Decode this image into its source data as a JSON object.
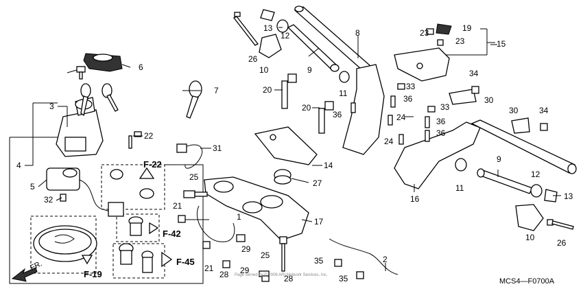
{
  "diagram": {
    "callouts": [
      "1",
      "2",
      "3",
      "4",
      "5",
      "6",
      "7",
      "8",
      "9",
      "10",
      "11",
      "12",
      "13",
      "14",
      "15",
      "16",
      "17",
      "19",
      "20",
      "21",
      "22",
      "23",
      "24",
      "25",
      "26",
      "27",
      "28",
      "29",
      "30",
      "31",
      "32",
      "33",
      "34",
      "35",
      "36"
    ],
    "references": [
      "F-22",
      "F-42",
      "F-45",
      "F-19"
    ],
    "direction_label": "FR.",
    "diagram_code": "MCS4—F0700A",
    "watermark": "Page served by © 2006 ARI Network Services, Inc."
  }
}
